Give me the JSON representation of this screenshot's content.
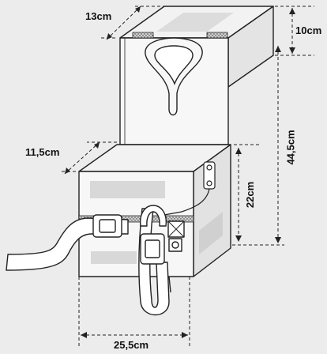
{
  "dimensions": {
    "top_depth": "13cm",
    "top_height": "10cm",
    "bottom_depth": "11,5cm",
    "total_height": "44,5cm",
    "bottom_height": "22cm",
    "width": "25,5cm"
  },
  "colors": {
    "background": "#ececec",
    "outline": "#222222",
    "panel_light": "#f7f7f7",
    "panel_side": "#e6e6e6",
    "label_patch": "#d6d6d6",
    "strap_fill": "#ffffff",
    "dash": "#222222"
  }
}
